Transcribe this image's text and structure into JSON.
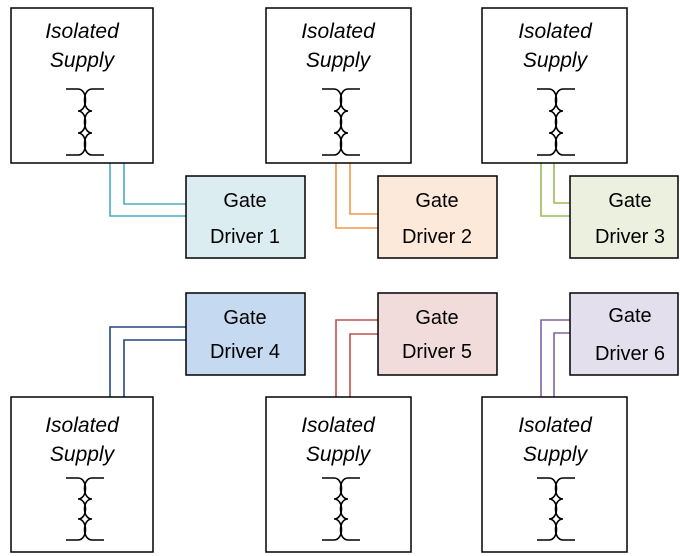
{
  "supplies": [
    {
      "line1": "Isolated",
      "line2": "Supply",
      "icon": "transformer-icon"
    },
    {
      "line1": "Isolated",
      "line2": "Supply",
      "icon": "transformer-icon"
    },
    {
      "line1": "Isolated",
      "line2": "Supply",
      "icon": "transformer-icon"
    },
    {
      "line1": "Isolated",
      "line2": "Supply",
      "icon": "transformer-icon"
    },
    {
      "line1": "Isolated",
      "line2": "Supply",
      "icon": "transformer-icon"
    },
    {
      "line1": "Isolated",
      "line2": "Supply",
      "icon": "transformer-icon"
    }
  ],
  "drivers": [
    {
      "line1": "Gate",
      "line2": "Driver 1",
      "fill": "#dcedf2",
      "wire": "#4bacc6"
    },
    {
      "line1": "Gate",
      "line2": "Driver 2",
      "fill": "#fde9d9",
      "wire": "#f79646"
    },
    {
      "line1": "Gate",
      "line2": "Driver 3",
      "fill": "#ebf1de",
      "wire": "#9bbb59"
    },
    {
      "line1": "Gate",
      "line2": "Driver 4",
      "fill": "#c5d9f1",
      "wire": "#1f497d"
    },
    {
      "line1": "Gate",
      "line2": "Driver 5",
      "fill": "#f2dcdb",
      "wire": "#c0504d"
    },
    {
      "line1": "Gate",
      "line2": "Driver 6",
      "fill": "#e4dfec",
      "wire": "#8064a2"
    }
  ]
}
